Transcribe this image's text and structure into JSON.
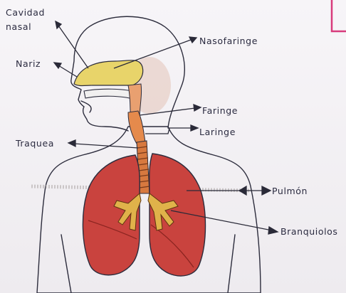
{
  "labels": {
    "cavidad_nasal_line1": "Cavidad",
    "cavidad_nasal_line2": "nasal",
    "nariz": "Nariz",
    "nasofaringe": "Nasofaringe",
    "faringe": "Faringe",
    "laringe": "Laringe",
    "traquea": "Traquea",
    "pulmon": "Pulmón",
    "bronquiolos": "Branquiolos"
  },
  "colors": {
    "skin": "#ecd0c3",
    "skin_shade": "#e2bfb2",
    "nasal_yellow": "#e8d46a",
    "larynx_orange": "#e58a4c",
    "trachea_ring": "#d7793f",
    "lung_red": "#c9433e",
    "lung_dark": "#a8302c",
    "bronchi_yellow": "#e0b24a",
    "outline": "#2c2c3c",
    "pink_margin": "#d83b7c"
  }
}
